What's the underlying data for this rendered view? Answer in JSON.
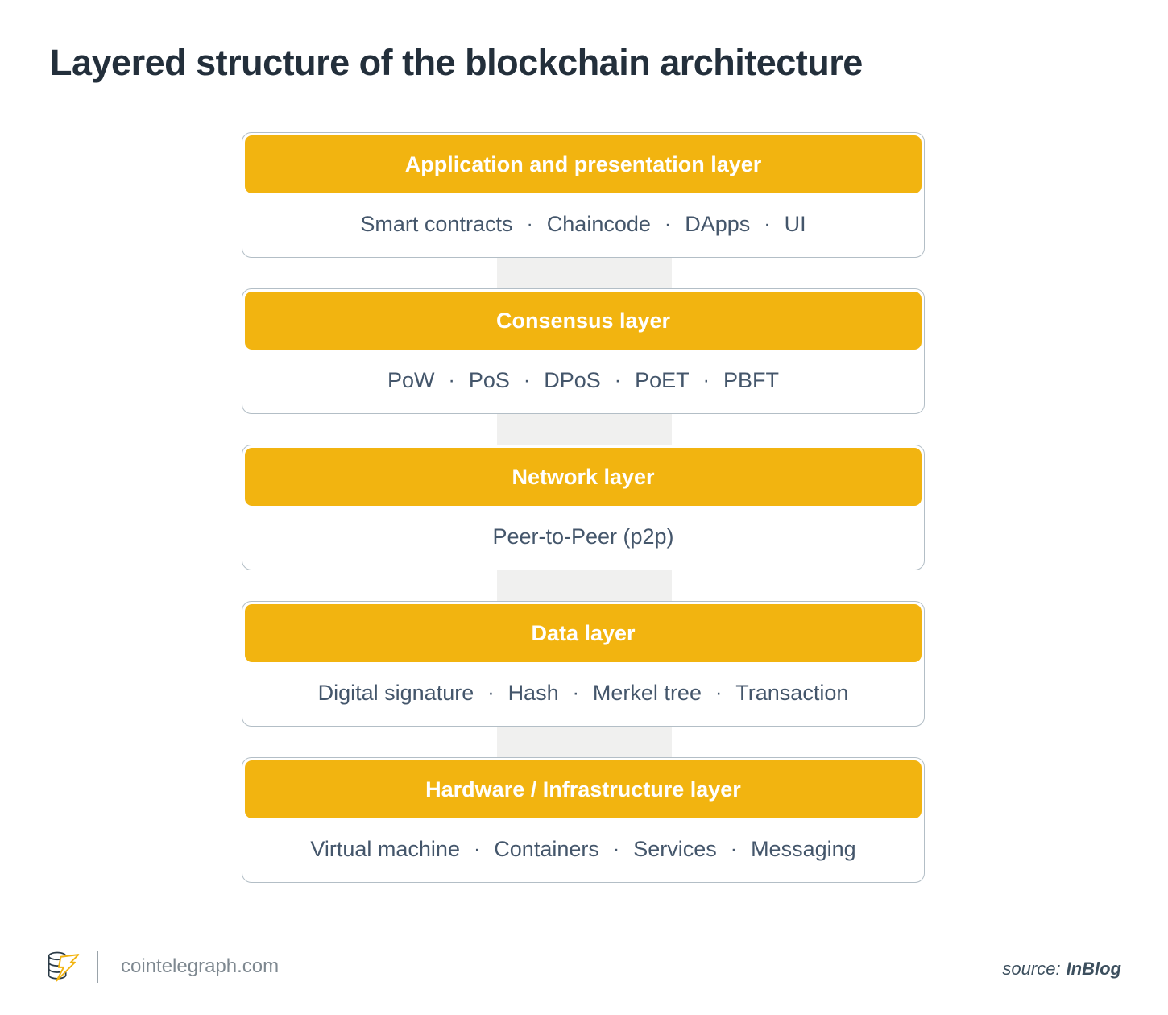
{
  "title": "Layered structure of the blockchain architecture",
  "layers": [
    {
      "header": "Application and presentation layer",
      "items": [
        "Smart contracts",
        "Chaincode",
        "DApps",
        "UI"
      ]
    },
    {
      "header": "Consensus layer",
      "items": [
        "PoW",
        "PoS",
        "DPoS",
        "PoET",
        "PBFT"
      ]
    },
    {
      "header": "Network layer",
      "items": [
        "Peer-to-Peer (p2p)"
      ]
    },
    {
      "header": "Data layer",
      "items": [
        "Digital signature",
        "Hash",
        "Merkel tree",
        "Transaction"
      ]
    },
    {
      "header": "Hardware / Infrastructure layer",
      "items": [
        "Virtual machine",
        "Containers",
        "Services",
        "Messaging"
      ]
    }
  ],
  "footer": {
    "site": "cointelegraph.com",
    "source_label": "source:",
    "source_value": "InBlog",
    "logo_icon": "cointelegraph-coin-stack-lightning-icon"
  },
  "colors": {
    "accent_yellow": "#F2B410",
    "title_text": "#232F3B",
    "body_text": "#44566B",
    "box_border": "#B3BEC6",
    "connector_band": "#F0F0EF",
    "footer_gray": "#7E8890",
    "logo_dark": "#2B3B47"
  }
}
